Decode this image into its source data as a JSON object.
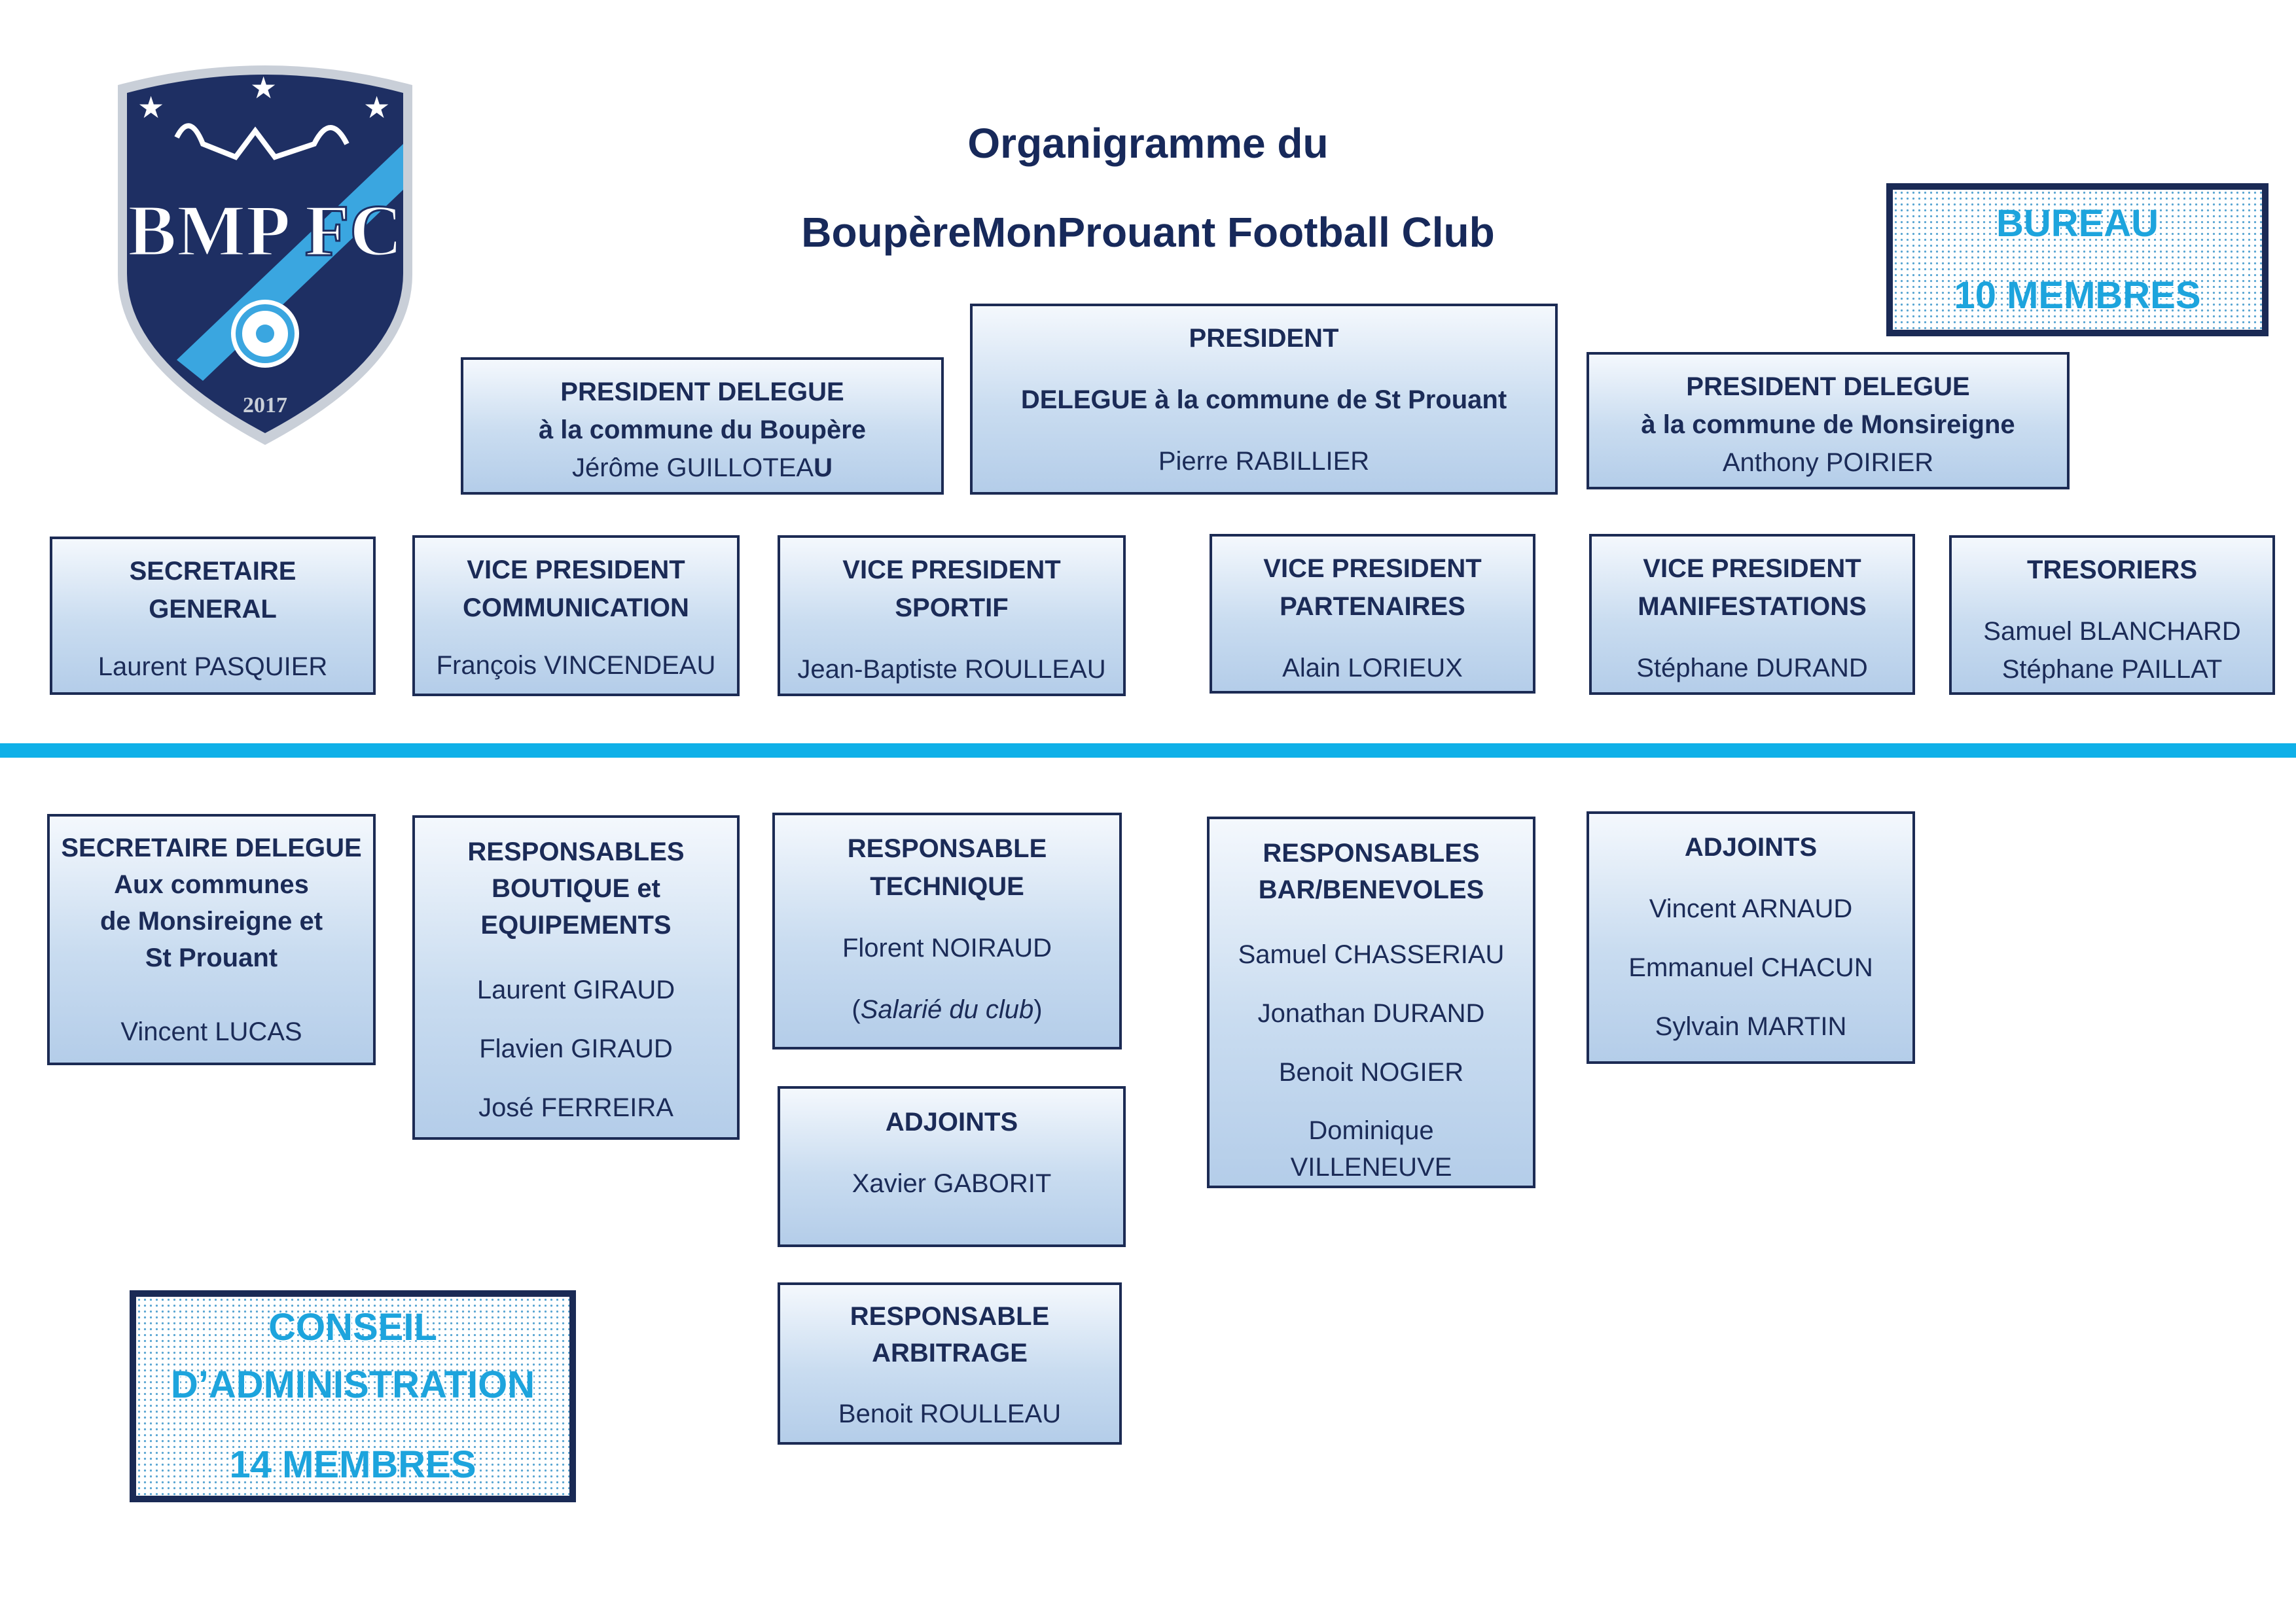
{
  "header": {
    "title_line1": "Organigramme du",
    "title_line2": "BoupèreMonProuant Football Club"
  },
  "logo": {
    "text": "BMP FC",
    "year": "2017"
  },
  "badges": {
    "bureau": {
      "line1": "BUREAU",
      "line2": "10 MEMBRES"
    },
    "conseil": {
      "line1": "CONSEIL",
      "line2": "D’ADMINISTRATION",
      "line3": "14 MEMBRES"
    }
  },
  "colors": {
    "navy": "#1c2b54",
    "accent_blue": "#0fb0e8",
    "box_gradient_bottom": "#b4cde9"
  },
  "top": {
    "president": {
      "title": "PRESIDENT",
      "subtitle": "DELEGUE à la commune de St Prouant",
      "name": "Pierre RABILLIER"
    },
    "pd_boupere": {
      "title": "PRESIDENT DELEGUE",
      "subtitle": "à la commune du Boupère",
      "name_main": "Jérôme GUILLOTEA",
      "name_bold": "U"
    },
    "pd_monsireigne": {
      "title": "PRESIDENT DELEGUE",
      "subtitle": "à la commune de Monsireigne",
      "name": "Anthony POIRIER"
    }
  },
  "bureau_row": [
    {
      "t1": "SECRETAIRE",
      "t2": "GENERAL",
      "names": [
        "Laurent PASQUIER"
      ]
    },
    {
      "t1": "VICE PRESIDENT",
      "t2": "COMMUNICATION",
      "names": [
        "François VINCENDEAU"
      ]
    },
    {
      "t1": "VICE PRESIDENT",
      "t2": "SPORTIF",
      "names": [
        "Jean-Baptiste ROULLEAU"
      ]
    },
    {
      "t1": "VICE PRESIDENT",
      "t2": "PARTENAIRES",
      "names": [
        "Alain LORIEUX"
      ]
    },
    {
      "t1": "VICE PRESIDENT",
      "t2": "MANIFESTATIONS",
      "names": [
        "Stéphane DURAND"
      ]
    },
    {
      "t1": "TRESORIERS",
      "names": [
        "Samuel BLANCHARD",
        "Stéphane PAILLAT"
      ]
    }
  ],
  "ca": {
    "secretaire_delegue": {
      "lines": [
        "SECRETAIRE DELEGUE",
        "Aux communes",
        "de Monsireigne et",
        "St Prouant"
      ],
      "name": "Vincent LUCAS"
    },
    "boutique": {
      "lines": [
        "RESPONSABLES",
        "BOUTIQUE et",
        "EQUIPEMENTS"
      ],
      "names": [
        "Laurent GIRAUD",
        "Flavien GIRAUD",
        "José FERREIRA"
      ]
    },
    "technique": {
      "lines": [
        "RESPONSABLE",
        "TECHNIQUE"
      ],
      "name": "Florent NOIRAUD",
      "note_open": "(",
      "note": "Salarié du club",
      "note_close": ")"
    },
    "adjoints_tech": {
      "title": "ADJOINTS",
      "name": "Xavier GABORIT"
    },
    "arbitrage": {
      "lines": [
        "RESPONSABLE",
        "ARBITRAGE"
      ],
      "name": "Benoit ROULLEAU"
    },
    "bar": {
      "lines": [
        "RESPONSABLES",
        "BAR/BENEVOLES"
      ],
      "names": [
        "Samuel CHASSERIAU",
        "Jonathan DURAND",
        "Benoit NOGIER"
      ],
      "last_name_l1": "Dominique",
      "last_name_l2": "VILLENEUVE"
    },
    "adjoints_manif": {
      "title": "ADJOINTS",
      "names": [
        "Vincent ARNAUD",
        "Emmanuel CHACUN",
        "Sylvain MARTIN"
      ]
    }
  }
}
